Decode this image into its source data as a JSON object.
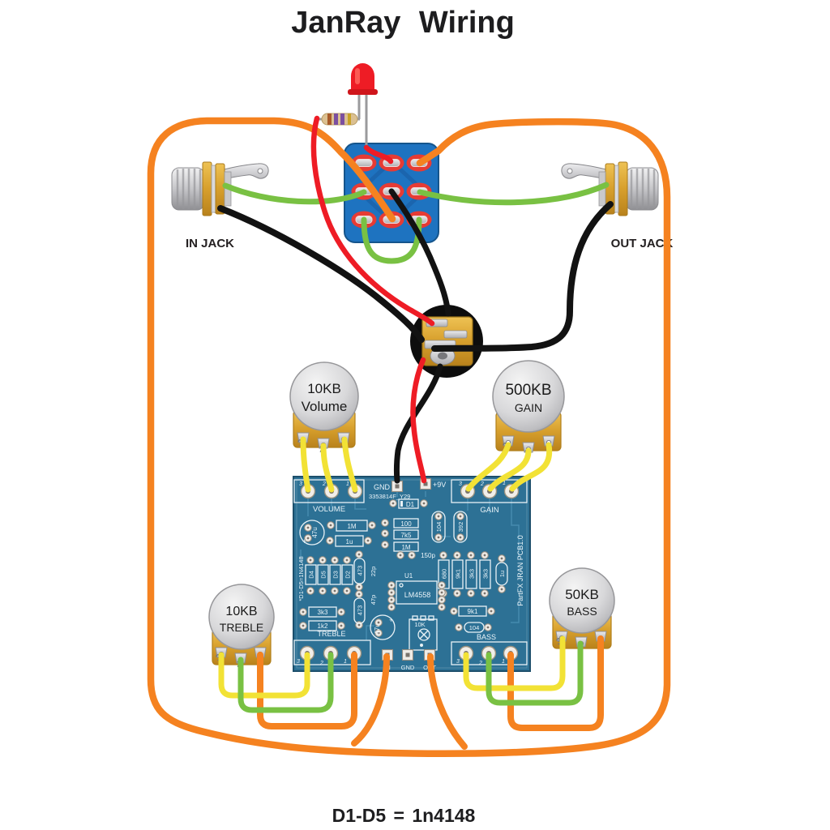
{
  "colors": {
    "orange": "#f58220",
    "yellow": "#f2e235",
    "green": "#79c143",
    "red": "#ee1c25",
    "black": "#121212",
    "pcb_blue": "#2d7195",
    "switch_blue": "#1e73c0"
  },
  "title": "JanRay Wiring",
  "footer_note": "D1-D5 = 1n4148",
  "jacks": {
    "in_label": "IN JACK",
    "out_label": "OUT JACK"
  },
  "pots": {
    "volume": {
      "value": "10KB",
      "label": "Volume"
    },
    "gain": {
      "value": "500KB",
      "label": "GAIN"
    },
    "treble": {
      "value": "10KB",
      "label": "TREBLE"
    },
    "bass": {
      "value": "50KB",
      "label": "BASS"
    },
    "lug_numbers": {
      "l3": "3",
      "l2": "2",
      "l1": "1"
    }
  },
  "pcb": {
    "serial": "3353814F_Y29",
    "gnd_label": "GND",
    "power_label": "+9V",
    "volume_header": "VOLUME",
    "gain_header": "GAIN",
    "treble_header": "TREBLE",
    "bass_header": "BASS",
    "pins": {
      "p3": "3",
      "p2": "2",
      "p1": "1"
    },
    "bottom": {
      "in": "IN",
      "gnd": "GND",
      "out": "OUT"
    },
    "left_note": "*D1-D5=1N4148",
    "right_note": "PartFX JRAN PCB1.0",
    "components": {
      "d1": "D1",
      "cap47u_top": "47u",
      "plus": "+",
      "r1m_a": "1M",
      "c1u_a": "1u",
      "r100": "100",
      "r7k5": "7k5",
      "r1m_b": "1M",
      "c104_a": "104",
      "c392": "392",
      "c150p": "150p",
      "d4": "D4",
      "d5": "D5",
      "d3": "D3",
      "d2": "D2",
      "c473_a": "473",
      "c22p": "22p",
      "c473_b": "473",
      "c47p": "47p",
      "r3k3_a": "3k3",
      "r1k2": "1k2",
      "r680": "680",
      "r9k1_a": "9k1",
      "r3k3_b": "3k3",
      "r3k3_c": "3k3",
      "c1u_b": "1u",
      "u1": "U1",
      "ic": "LM4558",
      "trim": "10K",
      "r9k1_b": "9k1",
      "c104_b": "104",
      "cap47u_b": "47u"
    }
  }
}
